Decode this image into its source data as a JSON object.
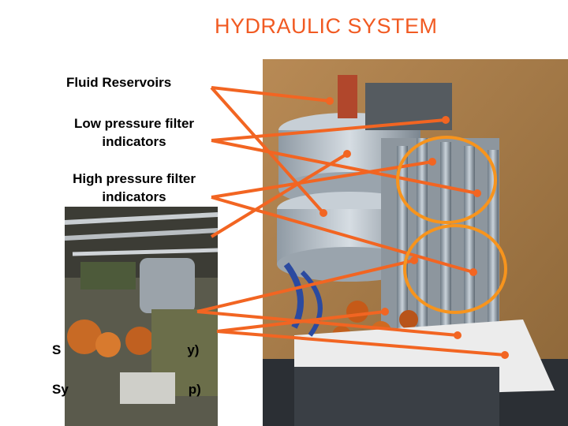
{
  "slide": {
    "title": "HYDRAULIC  SYSTEM",
    "labels": {
      "reservoirs": "Fluid Reservoirs",
      "low_pressure_1": "Low pressure filter",
      "low_pressure_2": "indicators",
      "high_pressure_1": "High pressure filter",
      "high_pressure_2": "indicators",
      "system_line_1": "S",
      "system_line_1_end": "y)",
      "system_line_2": "Sy",
      "system_line_2_end": "p)"
    }
  },
  "colors": {
    "title": "#f15a22",
    "pointer_lines": "#f26522",
    "highlight_ellipses": "#f7941d"
  }
}
